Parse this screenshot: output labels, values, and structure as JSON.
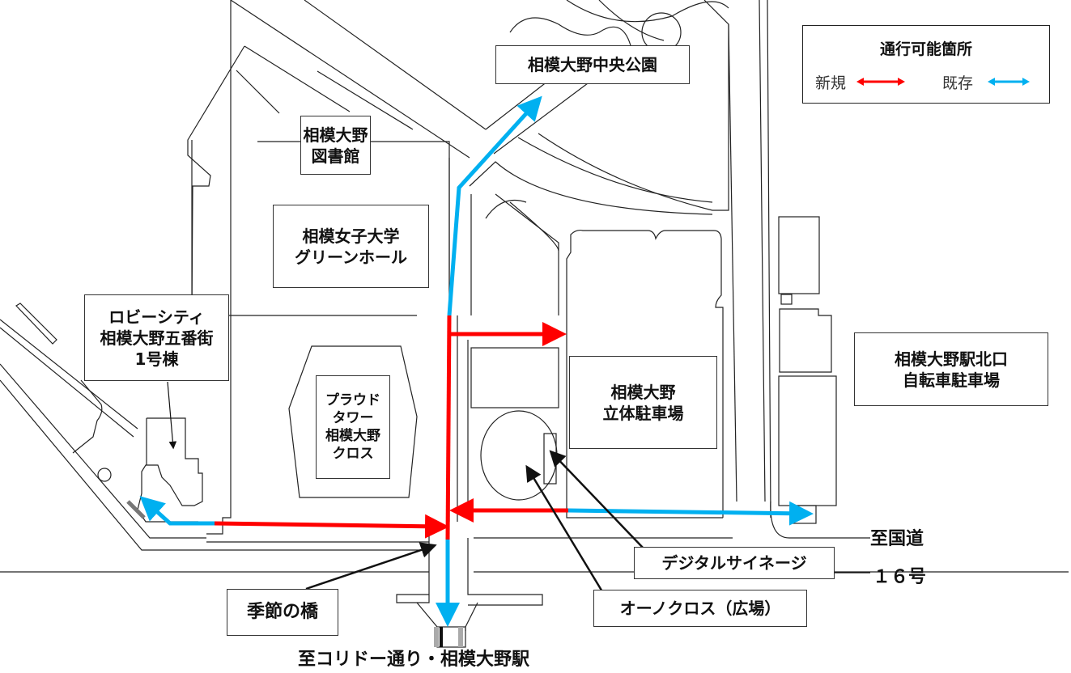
{
  "legend": {
    "title": "通行可能箇所",
    "items": [
      {
        "label": "新規",
        "color": "#ff0000"
      },
      {
        "label": "既存",
        "color": "#00b0f0"
      }
    ]
  },
  "labels": {
    "park": "相模大野中央公園",
    "library": [
      "相模大野",
      "図書館"
    ],
    "green_hall": [
      "相模女子大学",
      "グリーンホール"
    ],
    "lobby_city": [
      "ロビーシティ",
      "相模大野五番街",
      "1号棟"
    ],
    "proud_tower": [
      "プラウド",
      "タワー",
      "相模大野",
      "クロス"
    ],
    "parking": [
      "相模大野",
      "立体駐車場"
    ],
    "bicycle_parking": [
      "相模大野駅北口",
      "自転車駐車場"
    ],
    "digital_signage": "デジタルサイネージ",
    "ono_cross": "オーノクロス（広場）",
    "kisetsu_bridge": "季節の橋",
    "to_route16_line1": "至国道",
    "to_route16_line2": "１６号",
    "to_station": "至コリドー通り・相模大野駅"
  },
  "colors": {
    "new_route": "#ff0000",
    "existing_route": "#00b0f0",
    "outline": "#222222"
  }
}
